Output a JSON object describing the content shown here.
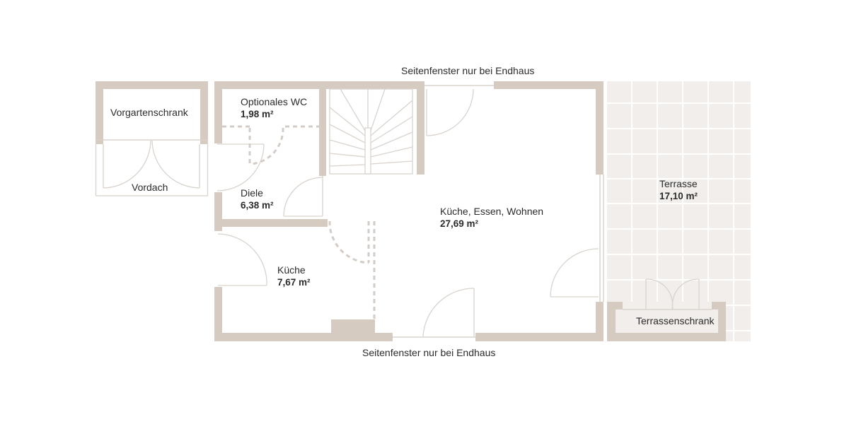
{
  "plan": {
    "colors": {
      "wall": "#d6cbc1",
      "terrace_fill": "#f1eeeb",
      "thin_line": "#d9d3cd",
      "dashed": "#d4cdc7",
      "text": "#2b2b2b"
    },
    "notes": {
      "top": "Seitenfenster nur bei Endhaus",
      "bottom": "Seitenfenster nur bei Endhaus"
    },
    "rooms": {
      "vorgartenschrank": {
        "name": "Vorgartenschrank"
      },
      "vordach": {
        "name": "Vordach"
      },
      "wc": {
        "name": "Optionales WC",
        "area": "1,98 m²"
      },
      "diele": {
        "name": "Diele",
        "area": "6,38 m²"
      },
      "kueche": {
        "name": "Küche",
        "area": "7,67 m²"
      },
      "wohnen": {
        "name": "Küche, Essen, Wohnen",
        "area": "27,69 m²"
      },
      "terrasse": {
        "name": "Terrasse",
        "area": "17,10 m²"
      },
      "terrassenschrank": {
        "name": "Terrassenschrank"
      }
    }
  }
}
